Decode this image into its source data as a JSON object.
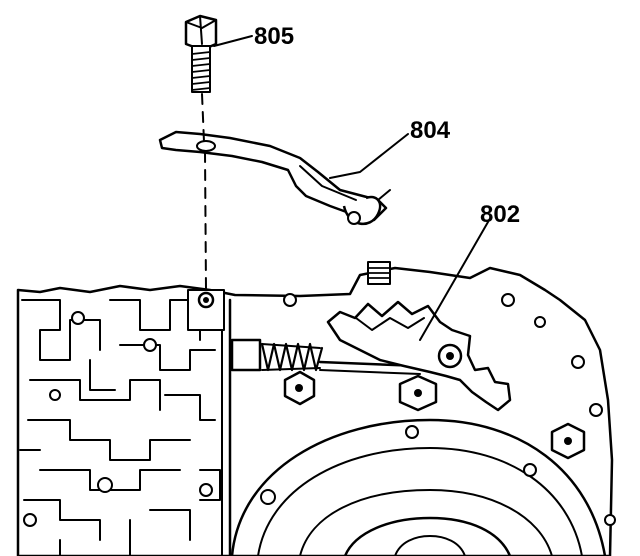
{
  "callouts": {
    "bolt": "805",
    "bracket": "804",
    "detent_lever": "802"
  },
  "colors": {
    "ink": "#000000",
    "paper": "#ffffff"
  }
}
